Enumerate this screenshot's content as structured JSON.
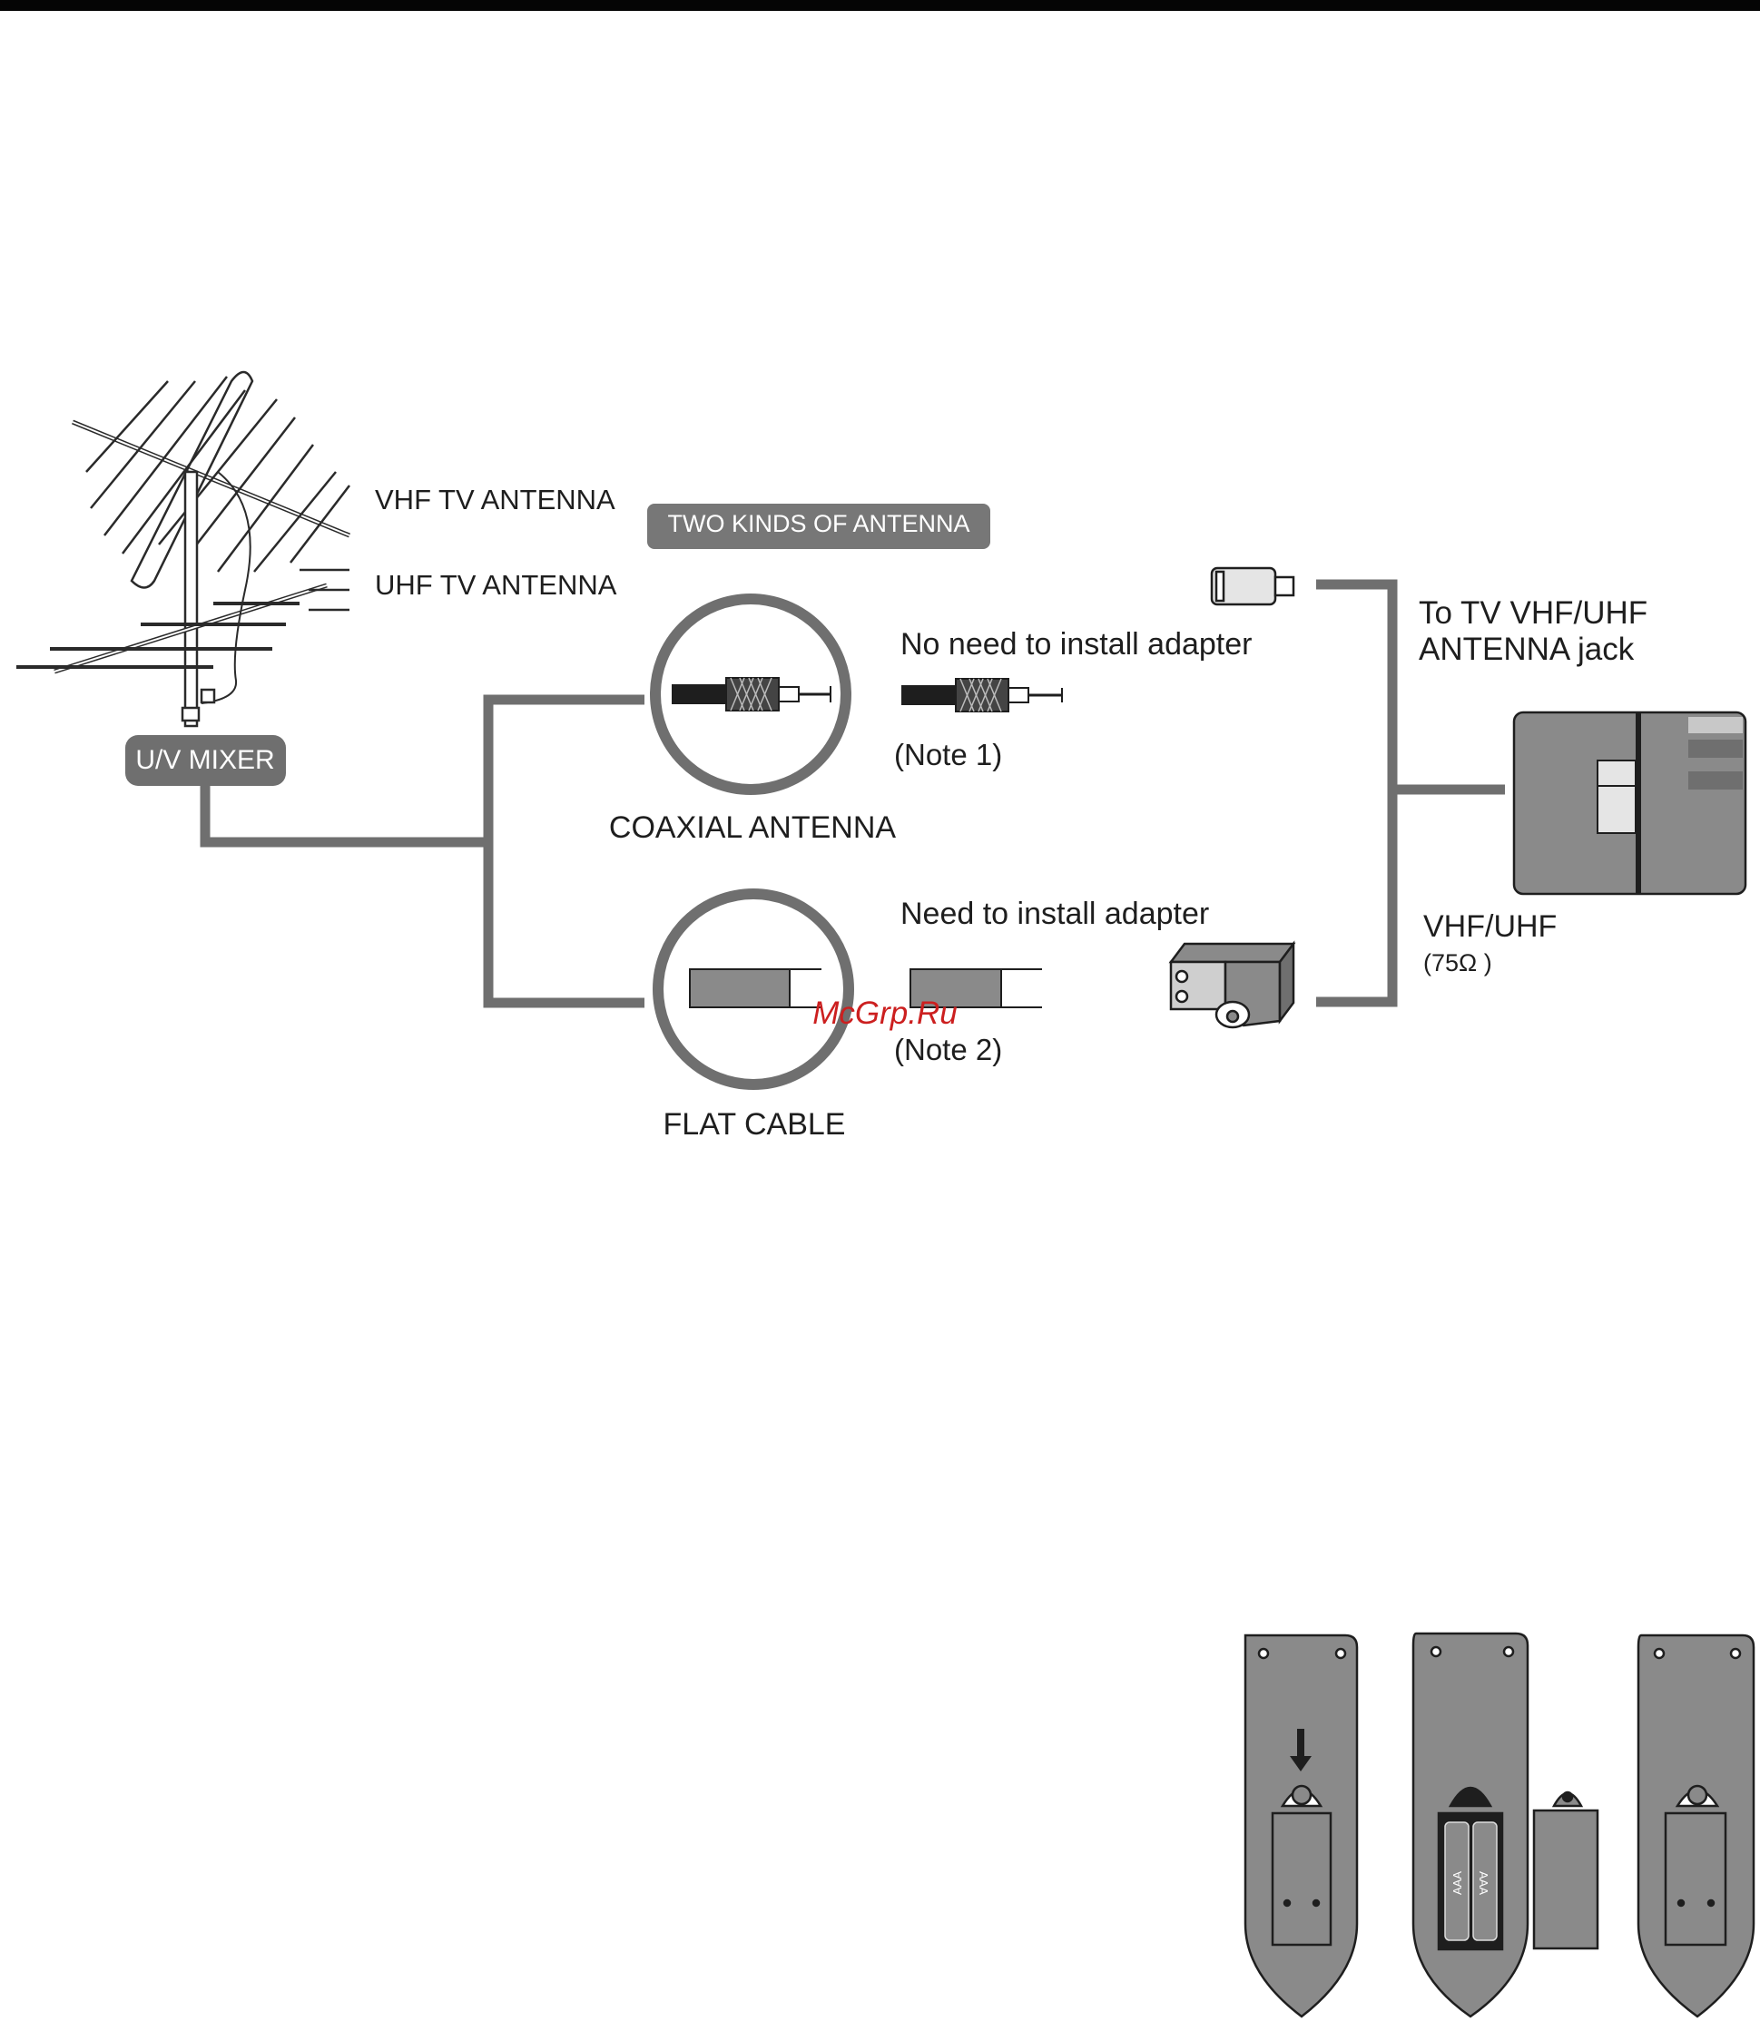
{
  "labels": {
    "vhf_antenna": "VHF TV ANTENNA",
    "uhf_antenna": "UHF TV ANTENNA",
    "two_kinds": "TWO KINDS OF ANTENNA",
    "uv_mixer": "U/V MIXER",
    "no_adapter": "No need to install adapter",
    "note1": "(Note 1)",
    "coaxial": "COAXIAL ANTENNA",
    "need_adapter": "Need to install adapter",
    "note2": "(Note 2)",
    "flat_cable": "FLAT CABLE",
    "to_tv_line1": "To TV VHF/UHF",
    "to_tv_line2": "ANTENNA jack",
    "vhf_uhf": "VHF/UHF",
    "ohm": "(75Ω )",
    "battery_aaa": "AAA"
  },
  "watermark": "McGrp.Ru",
  "colors": {
    "border": "#050505",
    "line_gray": "#6f6f6f",
    "fill_gray": "#8a8a8a",
    "dark": "#1e1e1e",
    "watermark": "#cc1f1f"
  }
}
